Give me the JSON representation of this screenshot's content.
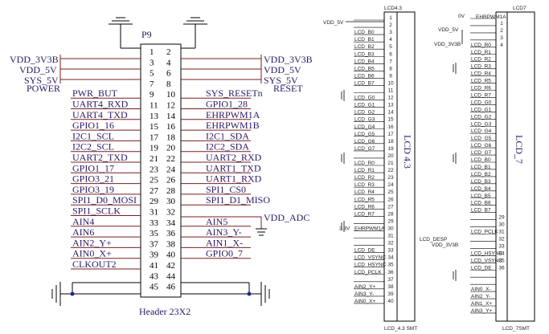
{
  "header": {
    "ref": "P9",
    "name": "Header 23X2",
    "left_pins": [
      1,
      3,
      5,
      7,
      9,
      11,
      13,
      15,
      17,
      19,
      21,
      23,
      25,
      27,
      29,
      31,
      33,
      35,
      37,
      39,
      41,
      43,
      45
    ],
    "right_pins": [
      2,
      4,
      6,
      8,
      10,
      12,
      14,
      16,
      18,
      20,
      22,
      24,
      26,
      28,
      30,
      32,
      34,
      36,
      38,
      40,
      42,
      44,
      46
    ],
    "left_signals": [
      "",
      "VDD_3V3B",
      "VDD_5V",
      "SYS_5V",
      "PWR_BUT",
      "UART4_RXD",
      "UART4_TXD",
      "GPIO1_16",
      "I2C1_SCL",
      "I2C2_SCL",
      "UART2_TXD",
      "GPIO1_17",
      "GPIO3_21",
      "GPIO3_19",
      "SPI1_D0_MOSI",
      "SPI1_SCLK",
      "AIN4",
      "AIN6",
      "AIN2_Y+",
      "AIN0_X+",
      "CLKOUT2",
      "",
      ""
    ],
    "right_signals": [
      "",
      "VDD_3V3B",
      "VDD_5V",
      "SYS_5V",
      "SYS_RESETn",
      "GPIO1_28",
      "EHRPWM1A",
      "EHRPWM1B",
      "I2C1_SDA",
      "I2C2_SDA",
      "UART2_RXD",
      "UART1_TXD",
      "UART1_RXD",
      "SPI1_CS0",
      "SPI1_D1_MISO",
      "VDD_ADC",
      "AIN5",
      "AIN3_Y-",
      "AIN1_X-",
      "GPIO0_7",
      "",
      "",
      ""
    ],
    "power_label": "POWER",
    "reset_label": "RESET"
  },
  "lcd43": {
    "top_ref": "LCD4.3",
    "title": "LCD 4.3",
    "footer": "LCD_4.3 SMT",
    "vdd_label": "VDD_5V",
    "side_labels": [
      "",
      "",
      "LCD_B0",
      "LCD_B1",
      "LCD_B2",
      "LCD_B3",
      "LCD_B4",
      "LCD_B5",
      "LCD_B6",
      "LCD_B7",
      "",
      "LCD_G0",
      "LCD_G1",
      "LCD_G2",
      "LCD_G3",
      "LCD_G4",
      "LCD_G5",
      "LCD_G6",
      "LCD_G7",
      "",
      "LCD_R0",
      "LCD_R1",
      "LCD_R2",
      "LCD_R3",
      "LCD_R4",
      "LCD_R5",
      "LCD_R6",
      "LCD_R7",
      "",
      "EHRPWM1A",
      "",
      "",
      "LCD_DE",
      "LCD_VSYNC",
      "LCD_HSYNC",
      "LCD_PCLK",
      "",
      "AIN2_Y+",
      "AIN3_Y-",
      "AIN0_X+",
      "AIN1_X-"
    ],
    "pins": [
      "1",
      "2",
      "3",
      "4",
      "5",
      "6",
      "7",
      "8",
      "9",
      "10",
      "11",
      "12",
      "13",
      "14",
      "15",
      "16",
      "17",
      "18",
      "19",
      "20",
      "21",
      "22",
      "23",
      "24",
      "25",
      "26",
      "27",
      "28",
      "29",
      "30",
      "31",
      "32",
      "33",
      "34",
      "35",
      "36",
      "37",
      "38",
      "39",
      "40"
    ],
    "pwm_prefix": "3.3V"
  },
  "lcd7": {
    "top_ref": "LCD7",
    "title": "LCD_7",
    "footer": "LCD_7SMT",
    "side_labels": [
      "0V",
      "",
      "",
      "",
      "LCD_R0",
      "LCD_R1",
      "LCD_R2",
      "LCD_R3",
      "LCD_R4",
      "LCD_R5",
      "LCD_R6",
      "LCD_R7",
      "LCD_G0",
      "LCD_G1",
      "LCD_G2",
      "LCD_G3",
      "LCD_G4",
      "LCD_G5",
      "LCD_G6",
      "LCD_G7",
      "LCD_B0",
      "LCD_B1",
      "LCD_B2",
      "LCD_B3",
      "LCD_B4",
      "LCD_B5",
      "LCD_B6",
      "LCD_B7",
      "",
      "",
      "LCD_PCLK",
      "",
      "",
      "LCD_HSYNC",
      "LCD_VSYNC",
      "LCD_DE",
      "",
      "",
      "AIN0_X-",
      "AIN2_Y-",
      "AIN1_X+",
      "AIN3_Y+"
    ],
    "top_signal": "EHRPWM1A",
    "vdd5": "VDD_5V",
    "vdd33": "VDD_3V3B",
    "pins_top": [
      "1",
      "2",
      "3",
      "4"
    ],
    "pins_mid": [
      "29",
      "30",
      "31",
      "32",
      "33",
      "34",
      "35",
      "36"
    ],
    "lcd_desp": "LCD_DESP",
    "vdd33b": "VDD_3V3B"
  }
}
